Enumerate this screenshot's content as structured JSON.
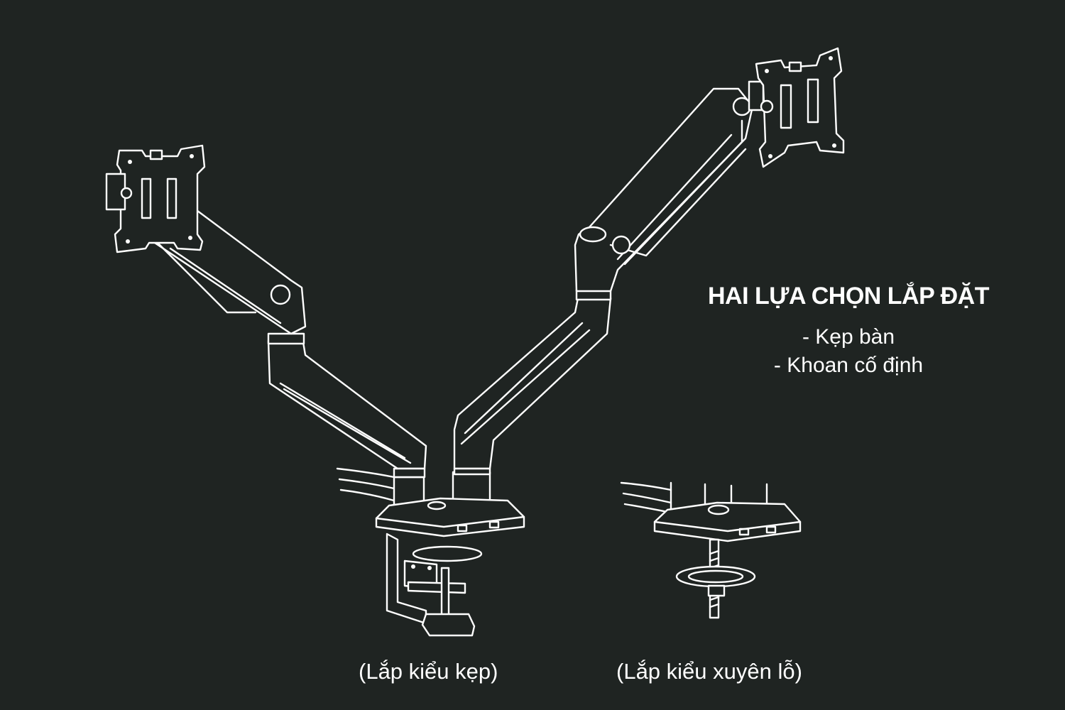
{
  "heading": "HAI LỰA CHỌN LẮP ĐẶT",
  "options": [
    "- Kẹp bàn",
    "- Khoan cố định"
  ],
  "captions": {
    "clamp": "(Lắp kiểu kẹp)",
    "grommet": "(Lắp kiểu xuyên lỗ)"
  },
  "colors": {
    "background": "#1f2422",
    "line": "#ffffff"
  }
}
